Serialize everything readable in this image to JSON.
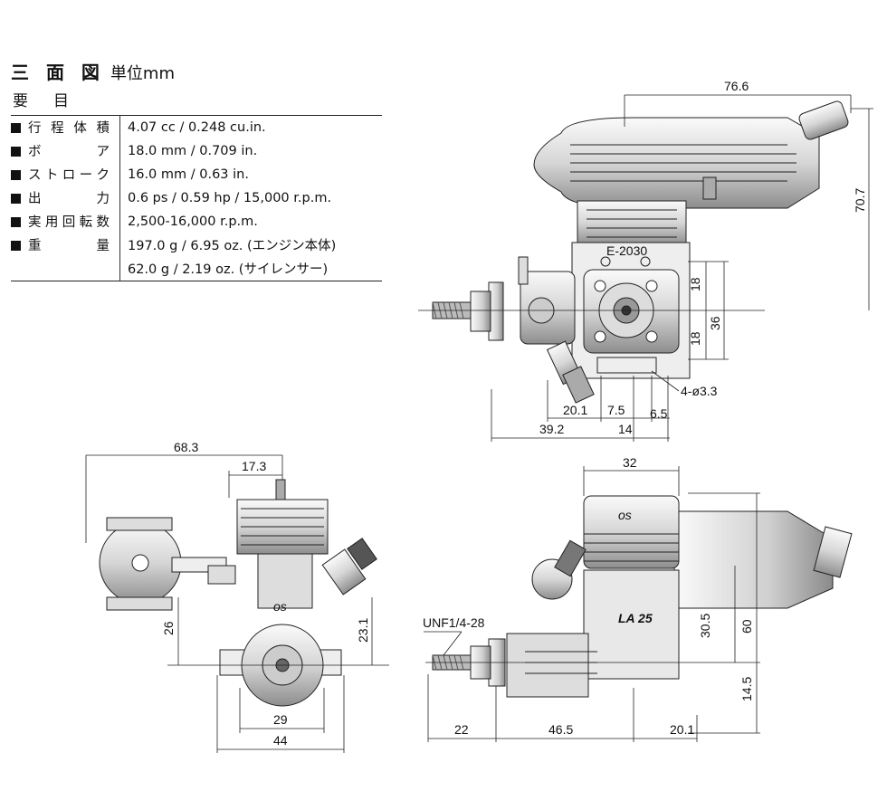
{
  "header": {
    "title": "三 面 図",
    "unit": "単位mm",
    "subtitle": "要目"
  },
  "specs": [
    {
      "label": "行程体積",
      "value": "4.07 cc / 0.248 cu.in."
    },
    {
      "label": "ボア",
      "value": "18.0 mm / 0.709 in."
    },
    {
      "label": "ストローク",
      "value": "16.0 mm / 0.63 in."
    },
    {
      "label": "出力",
      "value": "0.6 ps / 0.59 hp / 15,000 r.p.m."
    },
    {
      "label": "実用回転数",
      "value": "2,500-16,000 r.p.m."
    },
    {
      "label": "重量",
      "value": "197.0 g / 6.95 oz. (エンジン本体)"
    },
    {
      "label": "",
      "value": "62.0 g / 2.19 oz. (サイレンサー)"
    }
  ],
  "dimensions": {
    "top_view": {
      "silencer_length": "76.6",
      "total_height": "70.7",
      "upper_half": "18",
      "lower_half": "18",
      "mount_span": "36",
      "plug": "E-2030",
      "holes": "4-ø3.3",
      "d_20_1": "20.1",
      "d_7_5": "7.5",
      "d_6_5": "6.5",
      "d_39_2": "39.2",
      "d_14": "14"
    },
    "front_view": {
      "overall_width": "68.3",
      "head_offset": "17.3",
      "height_26": "26",
      "height_23_1": "23.1",
      "width_29": "29",
      "width_44": "44",
      "logo": "os"
    },
    "side_view": {
      "width_32": "32",
      "thread": "UNF1/4-28",
      "height_30_5": "30.5",
      "height_60": "60",
      "height_14_5": "14.5",
      "len_22": "22",
      "len_46_5": "46.5",
      "len_20_1": "20.1",
      "logo_model": "LA 25",
      "logo_brand": "os"
    }
  }
}
